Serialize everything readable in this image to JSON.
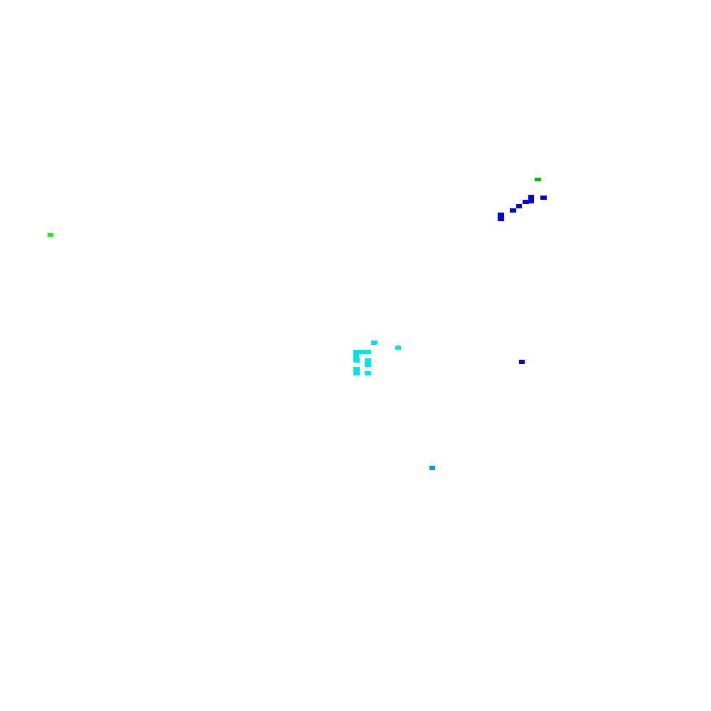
{
  "canvas": {
    "background": "#ffffff"
  },
  "clusters": [
    {
      "name": "green-cluster",
      "cells": [
        {
          "color": "#00c000"
        }
      ]
    },
    {
      "name": "lime-marker",
      "cells": [
        {
          "color": "#00ff00"
        }
      ]
    },
    {
      "name": "blue-diagonal-cluster",
      "cells": [
        {
          "color": "#0000e0"
        },
        {
          "color": "#0000e0"
        },
        {
          "color": "#0000e0"
        },
        {
          "color": "#0000e0"
        },
        {
          "color": "#0000e0"
        },
        {
          "color": "#0000e0"
        },
        {
          "color": "#0000e0"
        },
        {
          "color": "#0000e0"
        },
        {
          "color": "#0000e0"
        }
      ]
    },
    {
      "name": "cyan-cluster",
      "cells": [
        {
          "color": "#00e6e6"
        },
        {
          "color": "#00e6e6"
        },
        {
          "color": "#00e6e6"
        },
        {
          "color": "#00e6e6"
        },
        {
          "color": "#00e6e6"
        },
        {
          "color": "#00e6e6"
        },
        {
          "color": "#00e6e6"
        },
        {
          "color": "#00e6e6"
        },
        {
          "color": "#00e6e6"
        },
        {
          "color": "#00e6e6"
        }
      ]
    },
    {
      "name": "blue-single-marker",
      "cells": [
        {
          "color": "#0000e0"
        }
      ]
    },
    {
      "name": "azure-marker",
      "cells": [
        {
          "color": "#0099ee"
        }
      ]
    }
  ]
}
